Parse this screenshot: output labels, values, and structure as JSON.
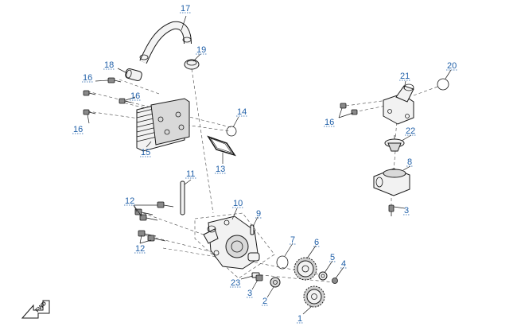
{
  "callouts": {
    "c1": "1",
    "c2": "2",
    "c3a": "3",
    "c3b": "3",
    "c4": "4",
    "c5": "5",
    "c6": "6",
    "c7": "7",
    "c8": "8",
    "c9": "9",
    "c10": "10",
    "c11": "11",
    "c12a": "12",
    "c12b": "12",
    "c13": "13",
    "c14": "14",
    "c15": "15",
    "c16a": "16",
    "c16b": "16",
    "c16c": "16",
    "c16d": "16",
    "c17": "17",
    "c18": "18",
    "c19": "19",
    "c20": "20",
    "c21": "21",
    "c22": "22",
    "c23": "23"
  },
  "direction_marker": {
    "text": "FWD"
  },
  "colors": {
    "callout": "#1f5fa8",
    "line": "#1a1a1a"
  }
}
